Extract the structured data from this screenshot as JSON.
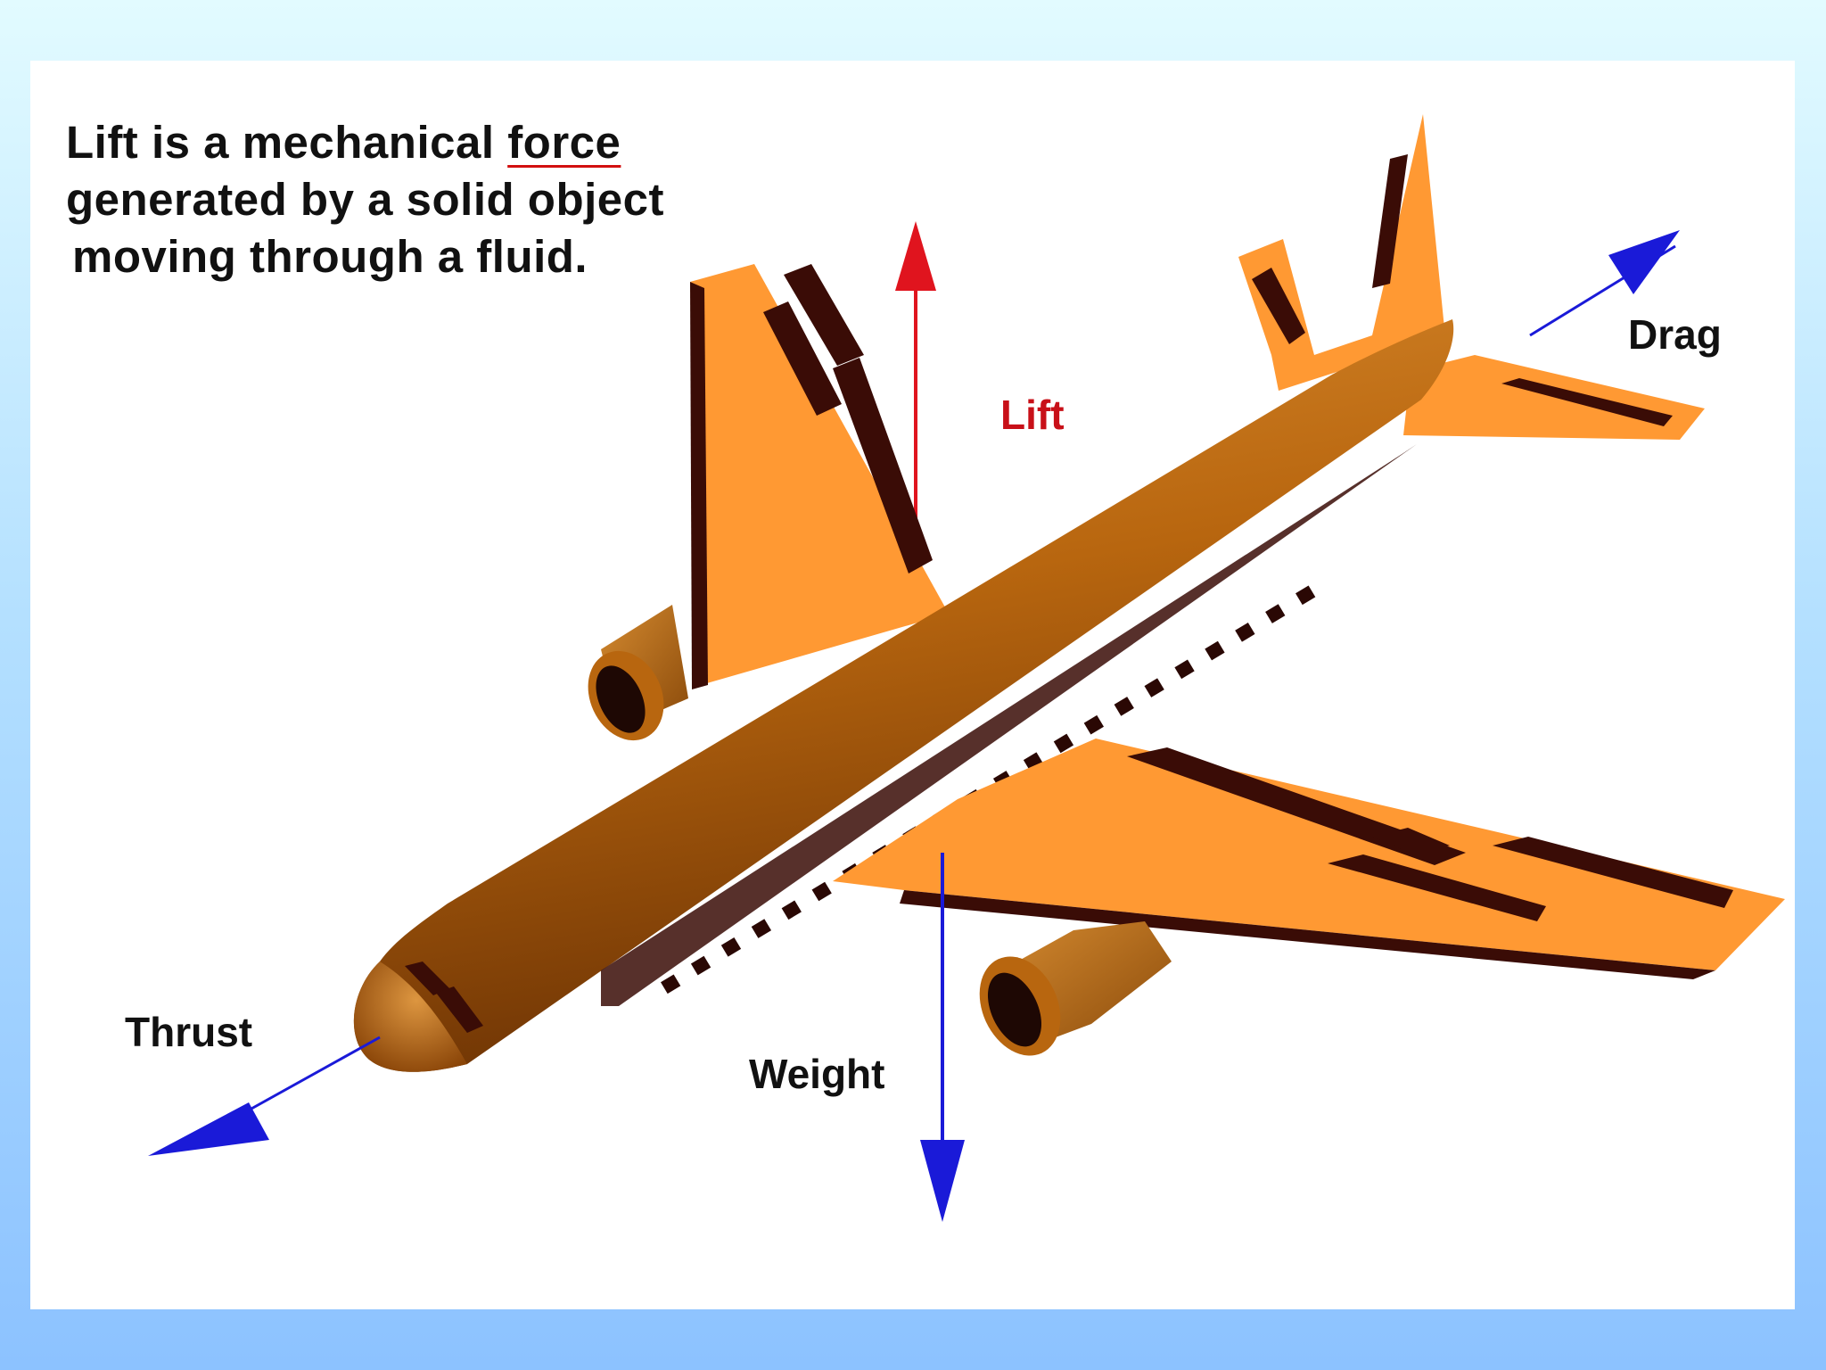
{
  "caption": {
    "line1_pre": "Lift is a mechanical ",
    "line1_link": "force",
    "line2": "generated by a solid object",
    "line3": "moving through a fluid."
  },
  "forces": {
    "lift": "Lift",
    "drag": "Drag",
    "thrust": "Thrust",
    "weight": "Weight"
  },
  "colors": {
    "lift_arrow": "#e0141e",
    "other_arrows": "#1a1ad8",
    "airframe_orange": "#ff9933",
    "fuselage_brown": "#b8660f",
    "shadow_dark": "#3a0c06"
  }
}
